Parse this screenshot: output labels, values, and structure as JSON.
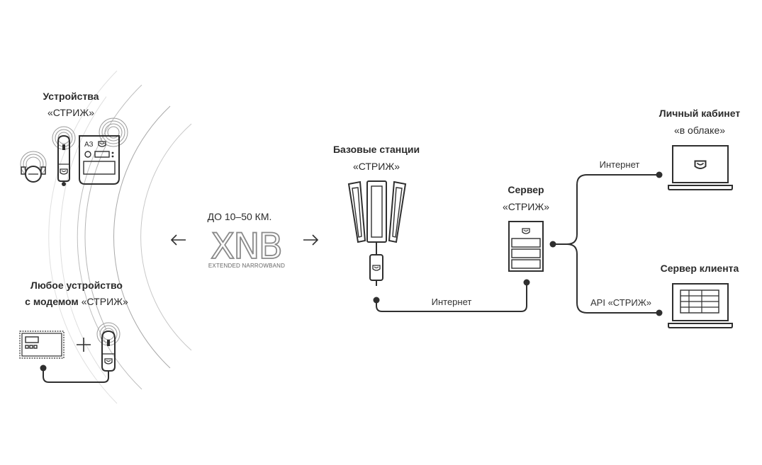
{
  "devices": {
    "title_line1": "Устройства",
    "title_line2": "«СТРИЖ»"
  },
  "any_device": {
    "title_line1": "Любое устройство",
    "title_line2_bold": "с модемом",
    "title_line2_reg": "«СТРИЖ»"
  },
  "meter_label": "АЗ",
  "range": {
    "label": "ДО 10–50 КМ.",
    "logo": "XNB",
    "logo_sub": "EXTENDED NARROWBAND"
  },
  "base_stations": {
    "title_line1": "Базовые станции",
    "title_line2": "«СТРИЖ»"
  },
  "server": {
    "title_line1": "Сервер",
    "title_line2": "«СТРИЖ»"
  },
  "cabinet": {
    "title_line1": "Личный кабинет",
    "title_line2": "«в облаке»"
  },
  "client_server": {
    "title": "Сервер клиента"
  },
  "links": {
    "internet_1": "Интернет",
    "internet_2": "Интернет",
    "api": "API «СТРИЖ»"
  },
  "icons": [
    "bird-logo-icon",
    "arrow-left-icon",
    "arrow-right-icon",
    "plus-icon",
    "laptop-icon",
    "antenna-icon",
    "server-rack-icon",
    "meter-icon",
    "modem-icon"
  ],
  "colors": {
    "line": "#2f2f2f",
    "rings": "#b5b5b5",
    "text": "#2b2b2b"
  }
}
